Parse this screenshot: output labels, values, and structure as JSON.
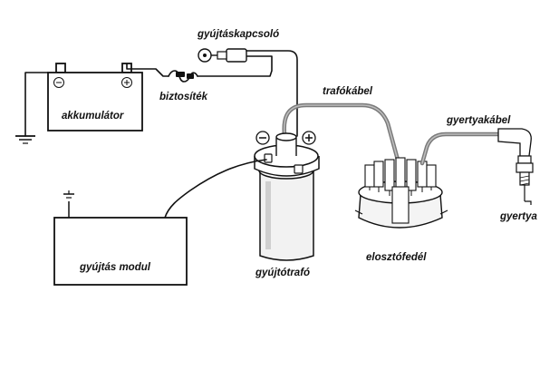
{
  "labels": {
    "ignition_switch": "gyújtáskapcsoló",
    "fuse": "biztosíték",
    "battery": "akkumulátor",
    "coil_cable": "trafókábel",
    "plug_cable": "gyertyakábel",
    "spark_plug": "gyertya",
    "ignition_module": "gyújtás modul",
    "ignition_coil": "gyújtótrafó",
    "distributor_cap": "elosztófedél"
  },
  "symbols": {
    "minus": "−",
    "plus": "+"
  },
  "colors": {
    "line": "#111111",
    "hv_cable": "#7a7a7a",
    "component_fill": "#ffffff",
    "coil_shade": "#e8e8e8"
  }
}
